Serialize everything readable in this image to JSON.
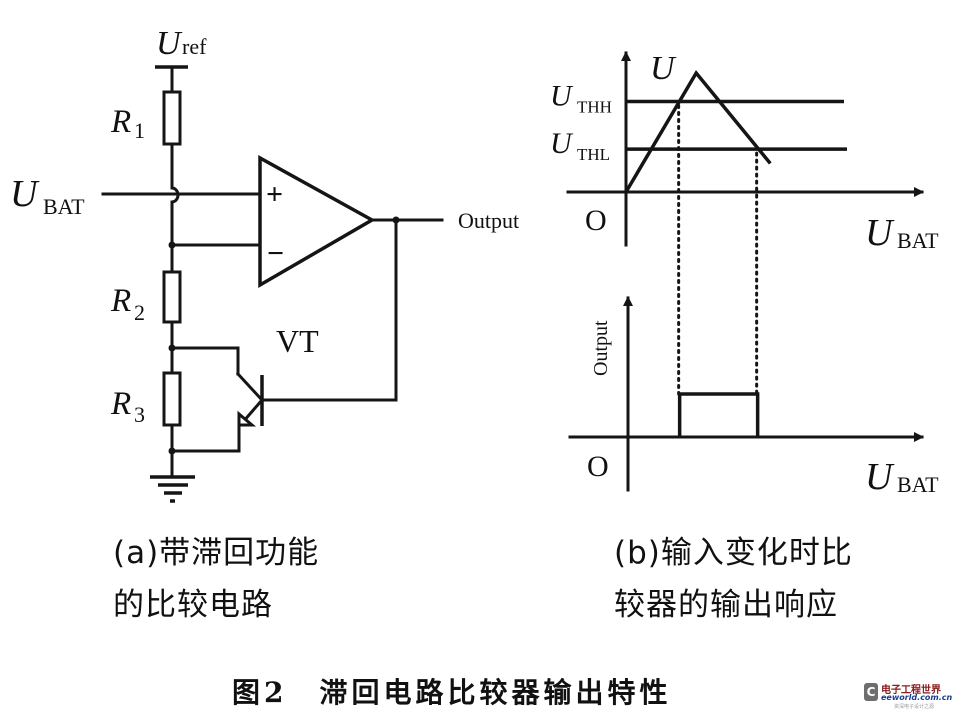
{
  "figure": {
    "title": "图2　滞回电路比较器输出特性",
    "watermark": {
      "icon": "eeworld-logo-icon",
      "name_cn": "电子工程世界",
      "name_en": "eeworld.com.cn",
      "tagline": "资深电子设计之源"
    }
  },
  "circuit": {
    "caption_line1": "(a)带滞回功能",
    "caption_line2": "的比较电路",
    "labels": {
      "uref_main": "U",
      "uref_sub": "ref",
      "ubat_main": "U",
      "ubat_sub": "BAT",
      "r1_main": "R",
      "r1_sub": "1",
      "r2_main": "R",
      "r2_sub": "2",
      "r3_main": "R",
      "r3_sub": "3",
      "transistor": "VT",
      "output": "Output",
      "plus": "+",
      "minus": "−"
    }
  },
  "chart_data": {
    "type": "line",
    "caption_line1": "(b)输入变化时比",
    "caption_line2": "较器的输出响应",
    "input_plot": {
      "ylabel": "U",
      "xlabel_main": "U",
      "xlabel_sub": "BAT",
      "origin": "O",
      "thresholds": [
        {
          "name_main": "U",
          "name_sub": "THH",
          "level": 0.76
        },
        {
          "name_main": "U",
          "name_sub": "THL",
          "level": 0.36
        }
      ],
      "signal_points": [
        [
          0,
          0
        ],
        [
          0.36,
          1.0
        ],
        [
          0.74,
          0.24
        ]
      ],
      "crossings_x": [
        0.27,
        0.67
      ]
    },
    "output_plot": {
      "ylabel": "Output",
      "xlabel_main": "U",
      "xlabel_sub": "BAT",
      "origin": "O",
      "pulse": {
        "start": 0.27,
        "end": 0.67,
        "high": 1,
        "low": 0
      }
    }
  }
}
